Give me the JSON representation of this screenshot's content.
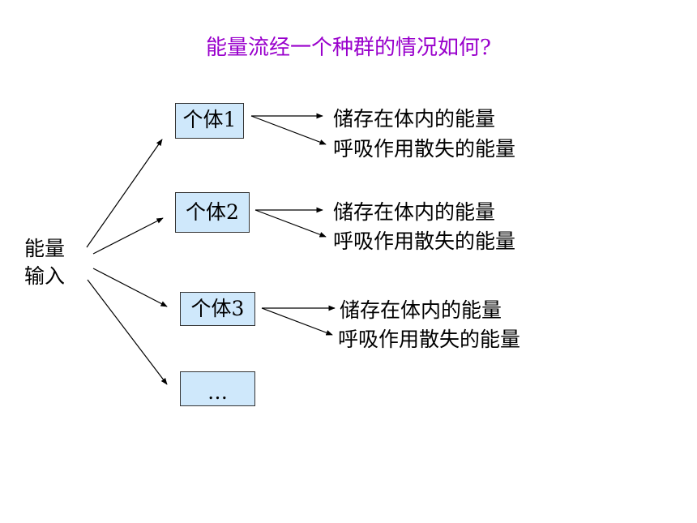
{
  "title": "能量流经一个种群的情况如何?",
  "source": {
    "line1": "能量",
    "line2": "输入"
  },
  "nodes": [
    {
      "label": "个体1",
      "outputs": [
        "储存在体内的能量",
        "呼吸作用散失的能量"
      ]
    },
    {
      "label": "个体2",
      "outputs": [
        "储存在体内的能量",
        "呼吸作用散失的能量"
      ]
    },
    {
      "label": "个体3",
      "outputs": [
        "储存在体内的能量",
        "呼吸作用散失的能量"
      ]
    },
    {
      "label": "…"
    }
  ],
  "colors": {
    "title": "#9900cc",
    "node_fill": "#cfe8fb"
  }
}
